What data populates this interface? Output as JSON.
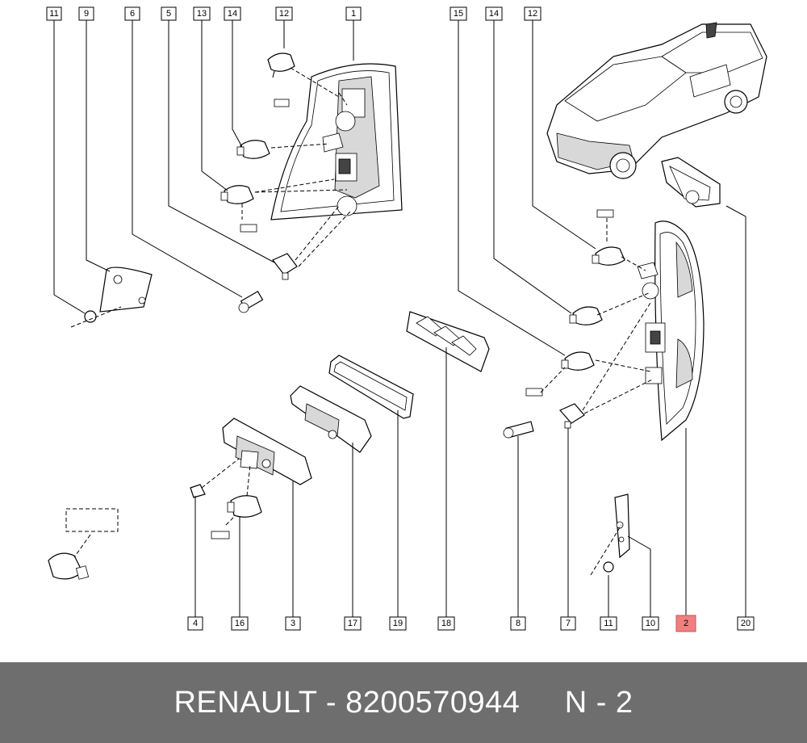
{
  "callouts": {
    "c11a": "11",
    "c9": "9",
    "c6": "6",
    "c5": "5",
    "c13": "13",
    "c14a": "14",
    "c12a": "12",
    "c1": "1",
    "c15": "15",
    "c14b": "14",
    "c12b": "12",
    "c4": "4",
    "c16": "16",
    "c3": "3",
    "c17": "17",
    "c19": "19",
    "c18": "18",
    "c8": "8",
    "c7": "7",
    "c11b": "11",
    "c10": "10",
    "c2": "2",
    "c20": "20"
  },
  "highlight_callout": "2",
  "colors": {
    "highlight": "#f08080",
    "footer_bg": "#6e6e6e",
    "footer_text": "#ffffff"
  },
  "footer": {
    "brand": "RENAULT",
    "part_number": "8200570944",
    "item": "N - 2",
    "text": "RENAULT - 8200570944     N - 2"
  }
}
